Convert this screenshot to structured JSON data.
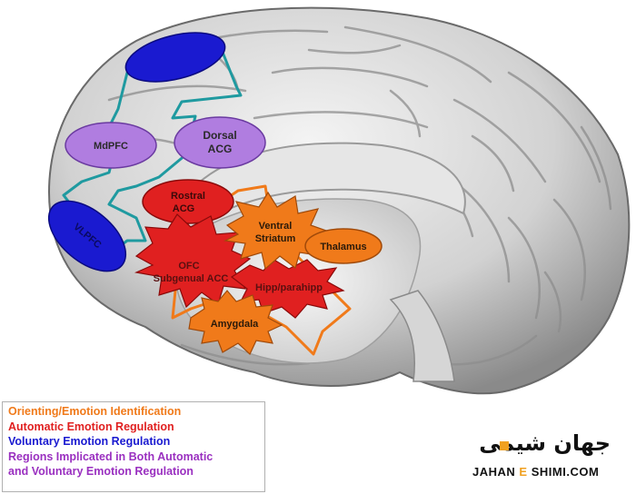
{
  "regions": {
    "unlabeled_top": "",
    "mdpfc": "MdPFC",
    "dorsal_acg_1": "Dorsal",
    "dorsal_acg_2": "ACG",
    "vlpfc": "VLPFC",
    "rostral_acg_1": "Rostral",
    "rostral_acg_2": "ACG",
    "ventral_striatum_1": "Ventral",
    "ventral_striatum_2": "Striatum",
    "thalamus": "Thalamus",
    "ofc_1": "OFC",
    "ofc_2": "Subgenual ACC",
    "hipp": "Hipp/parahipp",
    "amygdala": "Amygdala"
  },
  "legend": {
    "orienting": "Orienting/Emotion Identification",
    "automatic": "Automatic Emotion Regulation",
    "voluntary": "Voluntary Emotion Regulation",
    "both_1": "Regions Implicated in Both Automatic",
    "both_2": "and Voluntary Emotion Regulation"
  },
  "colors": {
    "orienting": "#f07a1a",
    "automatic": "#e02020",
    "voluntary": "#1a1ad0",
    "both": "#9a30c0",
    "teal_outline": "#1f9aa0",
    "orange_outline": "#f07a1a"
  },
  "watermark": {
    "persian": "جهان شیمی",
    "latin_a": "JAHAN",
    "latin_e": "E",
    "latin_b": "SHIMI.COM"
  }
}
